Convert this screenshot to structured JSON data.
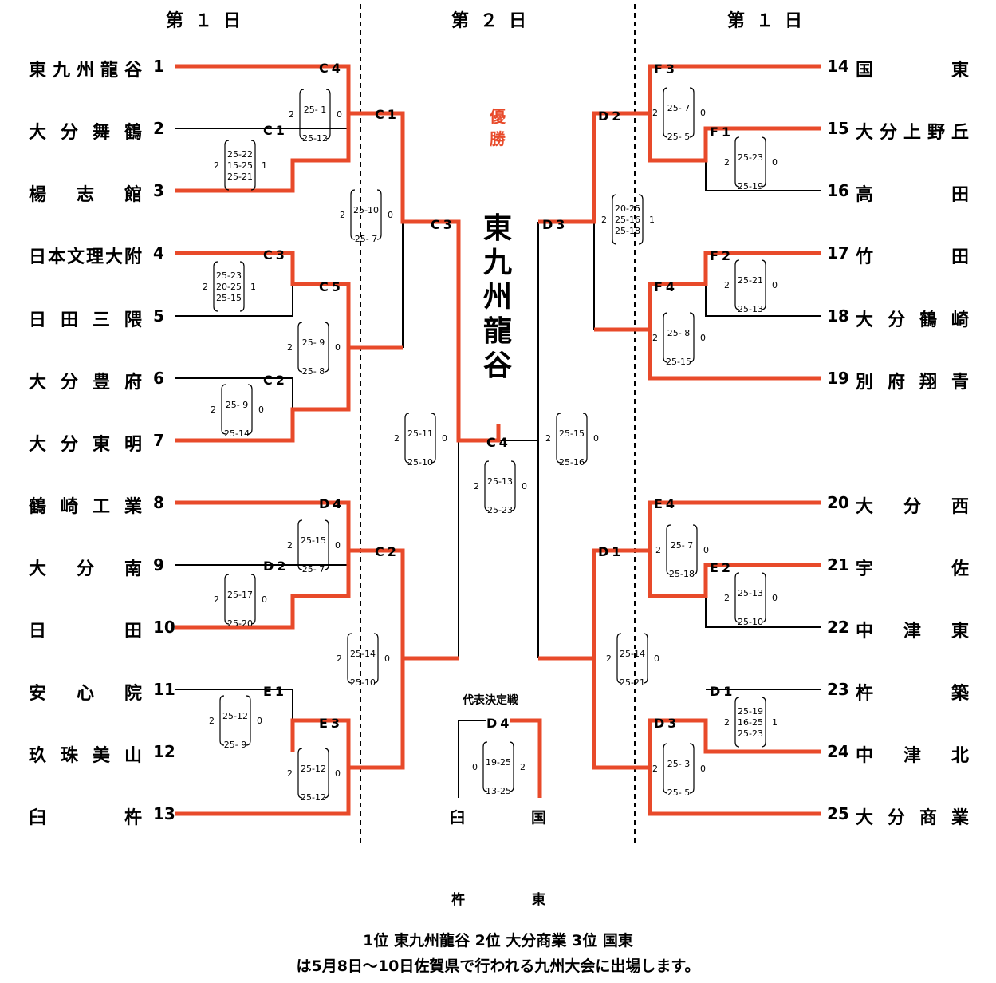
{
  "headers": {
    "left": "第１日",
    "center": "第２日",
    "right": "第１日"
  },
  "left_teams": [
    {
      "name": "東九州龍谷",
      "num": "1"
    },
    {
      "name": "大分舞鶴",
      "num": "2"
    },
    {
      "name": "楊　志　館",
      "num": "3"
    },
    {
      "name": "日本文理大附",
      "num": "4"
    },
    {
      "name": "日田三隈",
      "num": "5"
    },
    {
      "name": "大分豊府",
      "num": "6"
    },
    {
      "name": "大分東明",
      "num": "7"
    },
    {
      "name": "鶴崎工業",
      "num": "8"
    },
    {
      "name": "大　分　南",
      "num": "9"
    },
    {
      "name": "日　　　田",
      "num": "10"
    },
    {
      "name": "安　心　院",
      "num": "11"
    },
    {
      "name": "玖珠美山",
      "num": "12"
    },
    {
      "name": "臼　　　杵",
      "num": "13"
    }
  ],
  "right_teams": [
    {
      "name": "国　　　東",
      "num": "14"
    },
    {
      "name": "大分上野丘",
      "num": "15"
    },
    {
      "name": "高　　　田",
      "num": "16"
    },
    {
      "name": "竹　　　田",
      "num": "17"
    },
    {
      "name": "大分鶴崎",
      "num": "18"
    },
    {
      "name": "別府翔青",
      "num": "19"
    },
    {
      "name": "大　分　西",
      "num": "20"
    },
    {
      "name": "宇　　　佐",
      "num": "21"
    },
    {
      "name": "中　津　東",
      "num": "22"
    },
    {
      "name": "杵　　　築",
      "num": "23"
    },
    {
      "name": "中　津　北",
      "num": "24"
    },
    {
      "name": "大分商業",
      "num": "25"
    }
  ],
  "matches": {
    "c4a": {
      "code": "C4",
      "a": "2",
      "b": "0",
      "sets": [
        "25- 1",
        "25-12"
      ]
    },
    "c1": {
      "code": "C1",
      "a": "2",
      "b": "1",
      "sets": [
        "25-22",
        "15-25",
        "25-21"
      ]
    },
    "c1w": {
      "code": "C1",
      "a": "2",
      "b": "0",
      "sets": [
        "25-10",
        "25- 7"
      ]
    },
    "c3": {
      "code": "C3",
      "a": "2",
      "b": "1",
      "sets": [
        "25-23",
        "20-25",
        "25-15"
      ]
    },
    "c5": {
      "code": "C5",
      "a": "2",
      "b": "0",
      "sets": [
        "25- 9",
        "25- 8"
      ]
    },
    "c2": {
      "code": "C2",
      "a": "2",
      "b": "0",
      "sets": [
        "25- 9",
        "25-14"
      ]
    },
    "c3w": {
      "code": "C3",
      "a": "2",
      "b": "0",
      "sets": [
        "25-11",
        "25-10"
      ]
    },
    "d4": {
      "code": "D4",
      "a": "2",
      "b": "0",
      "sets": [
        "25-15",
        "25- 7"
      ]
    },
    "d2": {
      "code": "D2",
      "a": "2",
      "b": "0",
      "sets": [
        "25-17",
        "25-20"
      ]
    },
    "c2w": {
      "code": "C2",
      "a": "2",
      "b": "0",
      "sets": [
        "25-14",
        "25-10"
      ]
    },
    "e1": {
      "code": "E1",
      "a": "2",
      "b": "0",
      "sets": [
        "25-12",
        "25- 9"
      ]
    },
    "e3": {
      "code": "E3",
      "a": "2",
      "b": "0",
      "sets": [
        "25-12",
        "25-12"
      ]
    },
    "final": {
      "code": "C4",
      "a": "2",
      "b": "0",
      "sets": [
        "25-13",
        "25-23"
      ]
    },
    "f3": {
      "code": "F3",
      "a": "2",
      "b": "0",
      "sets": [
        "25- 7",
        "25- 5"
      ]
    },
    "f1": {
      "code": "F1",
      "a": "2",
      "b": "0",
      "sets": [
        "25-23",
        "25-19"
      ]
    },
    "d2w": {
      "code": "D2",
      "a": "2",
      "b": "1",
      "sets": [
        "20-25",
        "25-16",
        "25-18"
      ]
    },
    "f2": {
      "code": "F2",
      "a": "2",
      "b": "0",
      "sets": [
        "25-21",
        "25-13"
      ]
    },
    "f4": {
      "code": "F4",
      "a": "2",
      "b": "0",
      "sets": [
        "25- 8",
        "25-15"
      ]
    },
    "d3w": {
      "code": "D3",
      "a": "2",
      "b": "0",
      "sets": [
        "25-15",
        "25-16"
      ]
    },
    "e4": {
      "code": "E4",
      "a": "2",
      "b": "0",
      "sets": [
        "25- 7",
        "25-18"
      ]
    },
    "e2": {
      "code": "E2",
      "a": "2",
      "b": "0",
      "sets": [
        "25-13",
        "25-10"
      ]
    },
    "d1w": {
      "code": "D1",
      "a": "2",
      "b": "0",
      "sets": [
        "25-14",
        "25-21"
      ]
    },
    "d1": {
      "code": "D1",
      "a": "2",
      "b": "1",
      "sets": [
        "25-19",
        "16-25",
        "25-23"
      ]
    },
    "d3": {
      "code": "D3",
      "a": "2",
      "b": "0",
      "sets": [
        "25- 3",
        "25- 5"
      ]
    },
    "rep": {
      "code": "D4",
      "a": "0",
      "b": "2",
      "sets": [
        "19-25",
        "13-25"
      ]
    }
  },
  "winner_label": [
    "優",
    "勝"
  ],
  "champion": [
    "東",
    "九",
    "州",
    "龍",
    "谷"
  ],
  "playoff": {
    "title": "代表決定戦",
    "left": "臼",
    "right": "国",
    "left_full": "杵",
    "right_full": "東"
  },
  "footer": {
    "line1": "1位  東九州龍谷  2位  大分商業  3位  国東",
    "line2": "は5月8日～10日佐賀県で行われる九州大会に出場します。"
  },
  "colors": {
    "win": "#e84a2a",
    "line": "#000000"
  }
}
